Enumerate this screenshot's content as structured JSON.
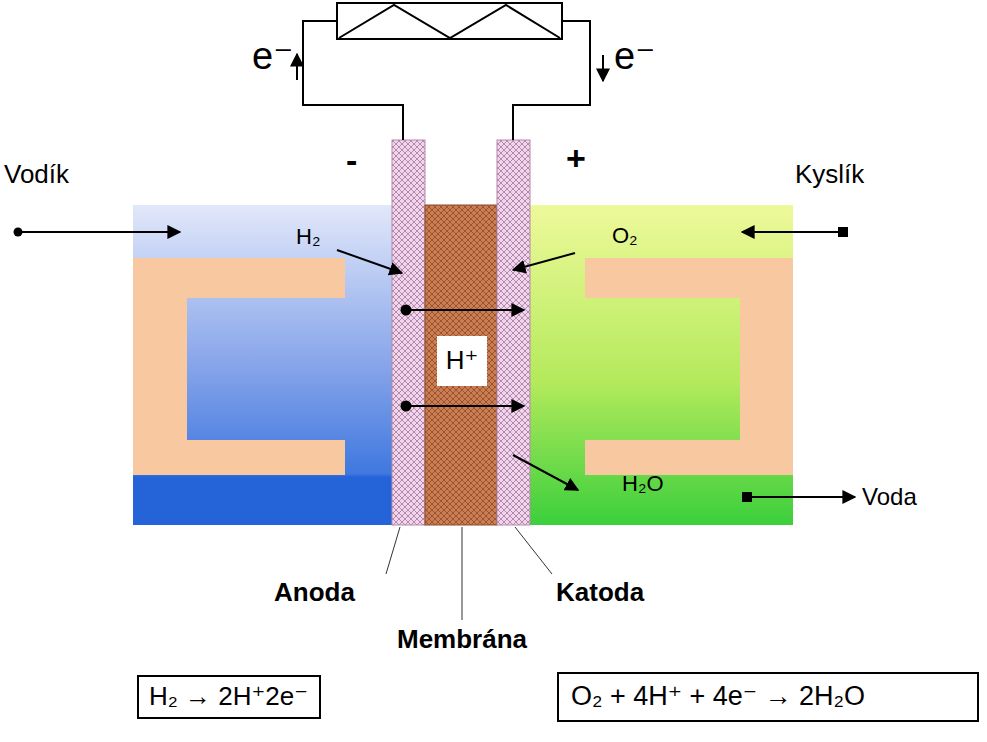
{
  "diagram": {
    "nodes": [
      {
        "text": [
          "H⁺"
        ]
      },
      {
        "text": [
          "H₂ → 2H⁺2e⁻"
        ]
      },
      {
        "text": [
          "O₂ + 4H⁺ + 4e⁻ → 2H₂O"
        ]
      }
    ],
    "labels": [
      "e⁻",
      "e⁻",
      "-",
      "+",
      "Vodík",
      "Kyslík",
      "H₂",
      "O₂",
      "H₂O",
      "Voda",
      "Anoda",
      "Katoda",
      "Membrána"
    ]
  }
}
